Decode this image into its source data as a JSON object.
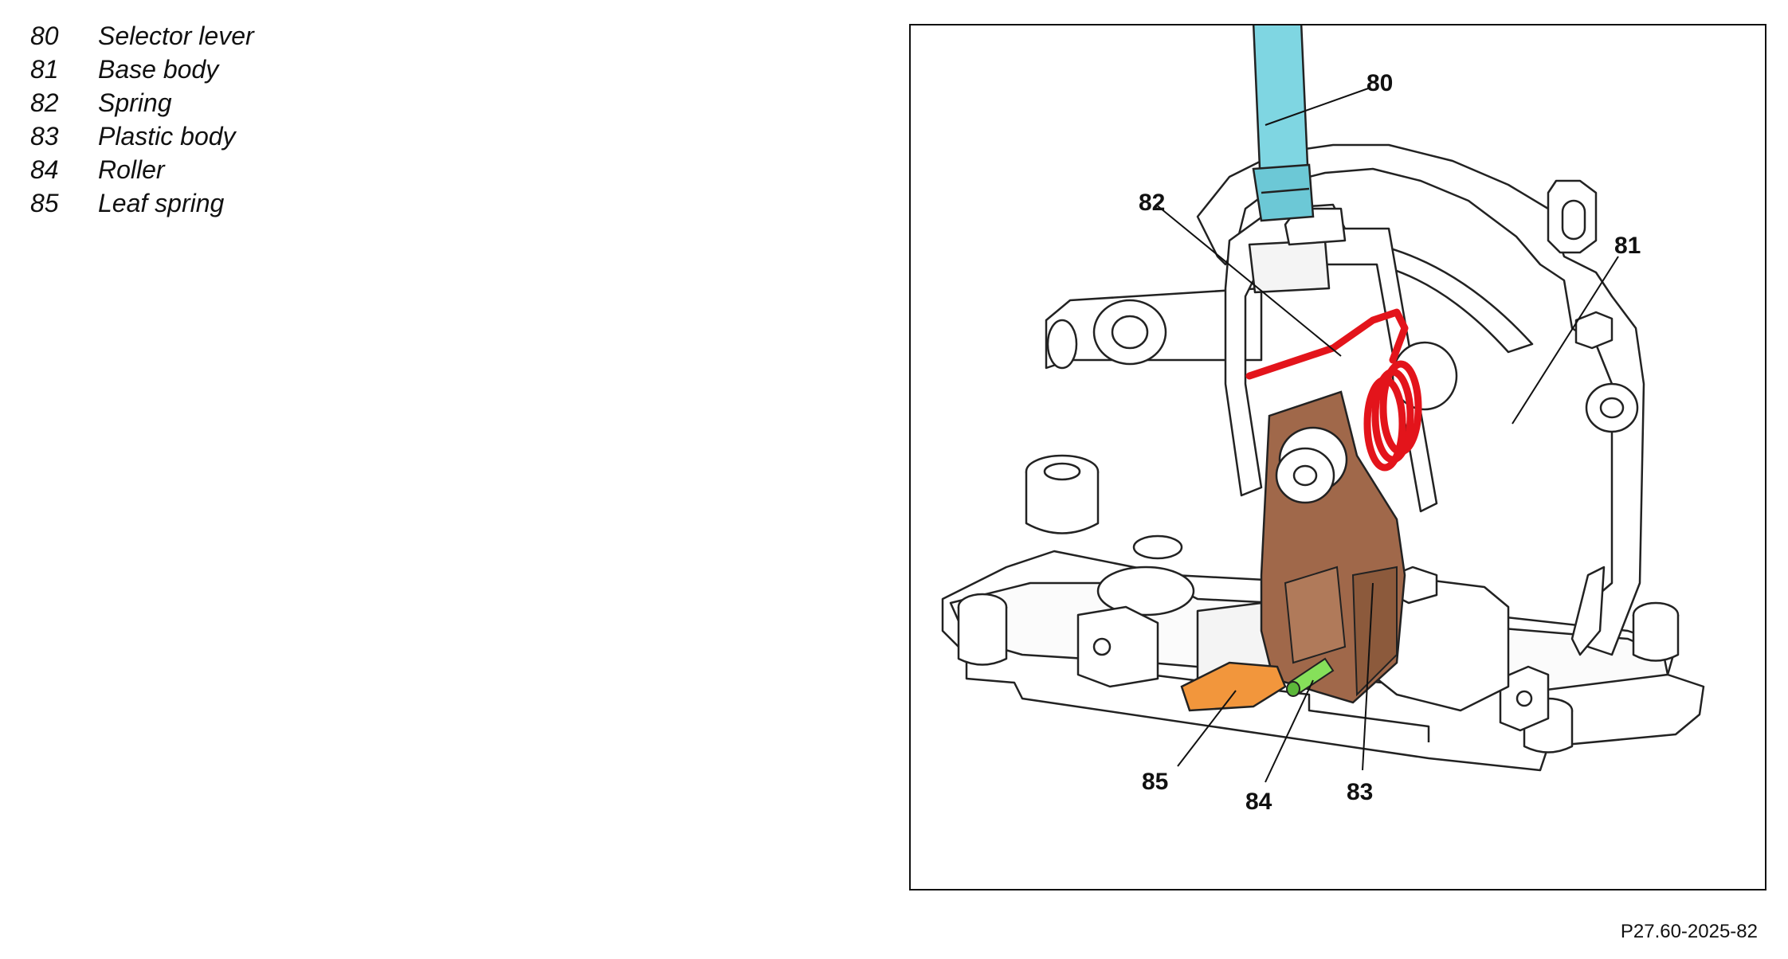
{
  "legend": [
    {
      "num": "80",
      "label": "Selector lever"
    },
    {
      "num": "81",
      "label": "Base body"
    },
    {
      "num": "82",
      "label": "Spring"
    },
    {
      "num": "83",
      "label": "Plastic body"
    },
    {
      "num": "84",
      "label": "Roller"
    },
    {
      "num": "85",
      "label": "Leaf spring"
    }
  ],
  "callouts": {
    "c80": "80",
    "c81": "81",
    "c82": "82",
    "c83": "83",
    "c84": "84",
    "c85": "85"
  },
  "figure_code": "P27.60-2025-82",
  "colors": {
    "selector_lever": "#7fd6e2",
    "spring": "#e3141b",
    "plastic_body": "#a0684a",
    "roller": "#86e05a",
    "leaf_spring": "#f2963c"
  }
}
